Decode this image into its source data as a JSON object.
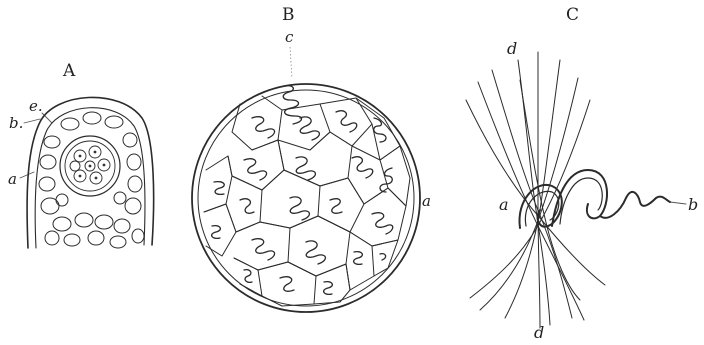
{
  "figure": {
    "panels": [
      {
        "id": "A",
        "title": "A",
        "labels": {
          "b": "b.",
          "e": "e.",
          "a": "a"
        }
      },
      {
        "id": "B",
        "title": "B",
        "labels": {
          "c": "c",
          "a": "a"
        }
      },
      {
        "id": "C",
        "title": "C",
        "labels": {
          "d_top": "d",
          "a": "a",
          "b": "b",
          "d_bottom": "d"
        }
      }
    ],
    "colors": {
      "ink": "#2b2b2b",
      "background": "#ffffff"
    }
  }
}
